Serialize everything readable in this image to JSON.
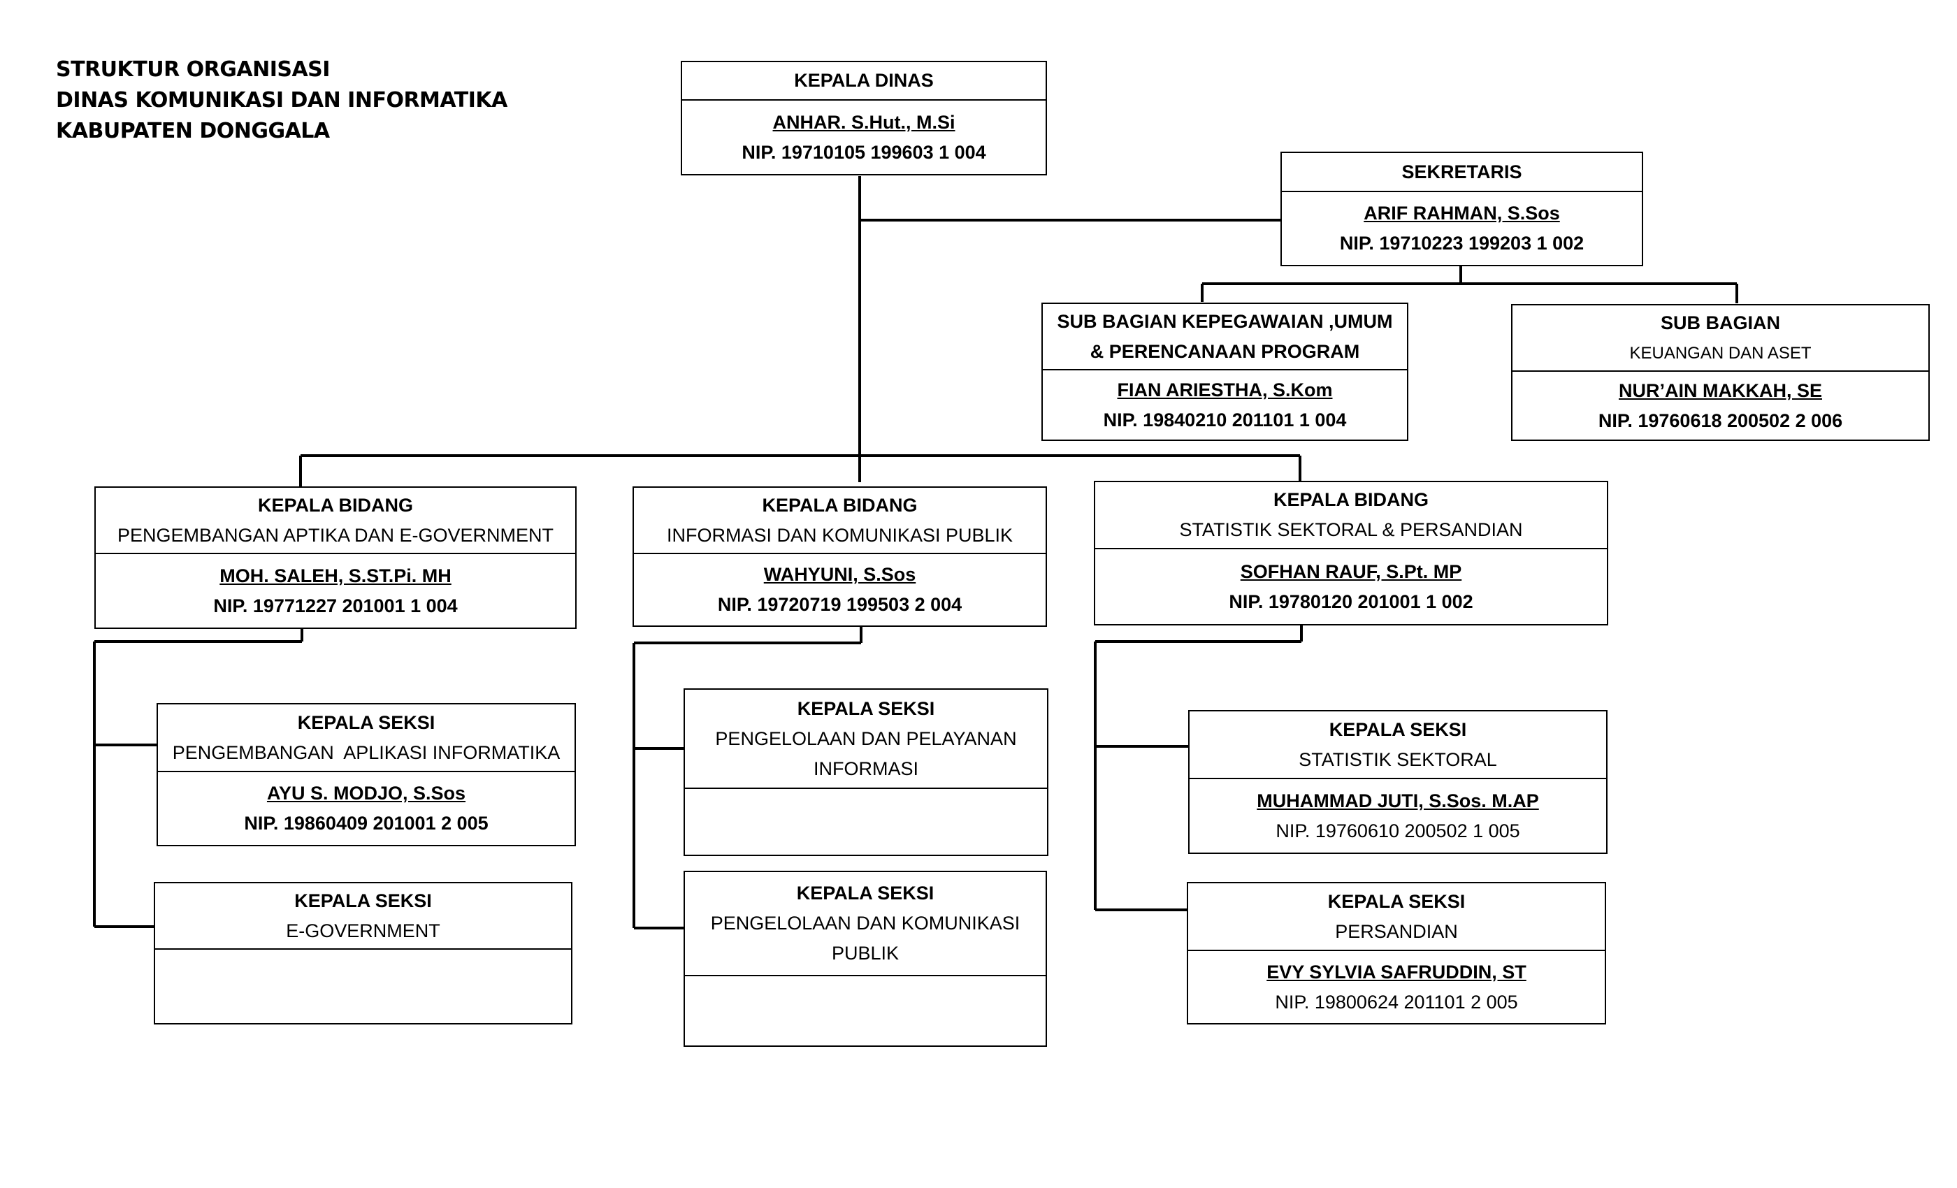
{
  "title": {
    "line1": "STRUKTUR ORGANISASI",
    "line2": "DINAS KOMUNIKASI DAN INFORMATIKA",
    "line3": "KABUPATEN DONGGALA"
  },
  "kepala_dinas": {
    "role": "KEPALA DINAS",
    "name": "ANHAR. S.Hut., M.Si",
    "nip": "NIP. 19710105 199603 1 004"
  },
  "sekretaris": {
    "role": "SEKRETARIS",
    "name": "ARIF RAHMAN, S.Sos",
    "nip": "NIP. 19710223 199203 1 002"
  },
  "subbag_kepegawaian": {
    "role1": "SUB BAGIAN KEPEGAWAIAN ,UMUM",
    "role2": "& PERENCANAAN PROGRAM",
    "name": "FIAN ARIESTHA, S.Kom",
    "nip": "NIP. 19840210 201101 1 004"
  },
  "subbag_keuangan": {
    "role": "SUB BAGIAN",
    "unit": "KEUANGAN DAN ASET",
    "name": "NUR’AIN MAKKAH, SE",
    "nip": "NIP. 19760618 200502 2 006"
  },
  "bidang_aptika": {
    "role": "KEPALA BIDANG",
    "unit": "PENGEMBANGAN APTIKA DAN E-GOVERNMENT",
    "name": "MOH. SALEH, S.ST.Pi. MH",
    "nip": "NIP. 19771227 201001 1 004"
  },
  "bidang_ikp": {
    "role": "KEPALA BIDANG",
    "unit": "INFORMASI DAN KOMUNIKASI PUBLIK",
    "name": "WAHYUNI, S.Sos",
    "nip": "NIP. 19720719 199503 2 004"
  },
  "bidang_statistik": {
    "role": "KEPALA BIDANG",
    "unit": "STATISTIK SEKTORAL & PERSANDIAN",
    "name": "SOFHAN RAUF, S.Pt. MP",
    "nip": "NIP. 19780120 201001 1 002"
  },
  "seksi_aplikasi": {
    "role": "KEPALA SEKSI",
    "unit": "PENGEMBANGAN  APLIKASI INFORMATIKA",
    "name": "AYU S. MODJO, S.Sos",
    "nip": "NIP. 19860409 201001 2 005"
  },
  "seksi_egov": {
    "role": "KEPALA SEKSI",
    "unit": "E-GOVERNMENT"
  },
  "seksi_pelayanan": {
    "role": "KEPALA SEKSI",
    "unit1": "PENGELOLAAN DAN PELAYANAN",
    "unit2": "INFORMASI"
  },
  "seksi_komunikasi": {
    "role": "KEPALA SEKSI",
    "unit1": "PENGELOLAAN DAN KOMUNIKASI",
    "unit2": "PUBLIK"
  },
  "seksi_statistik": {
    "role": "KEPALA SEKSI",
    "unit": "STATISTIK SEKTORAL",
    "name": "MUHAMMAD JUTI, S.Sos. M.AP",
    "nip": "NIP. 19760610 200502 1 005"
  },
  "seksi_persandian": {
    "role": "KEPALA SEKSI",
    "unit": "PERSANDIAN",
    "name": "EVY SYLVIA SAFRUDDIN, ST",
    "nip": "NIP. 19800624 201101 2 005"
  }
}
